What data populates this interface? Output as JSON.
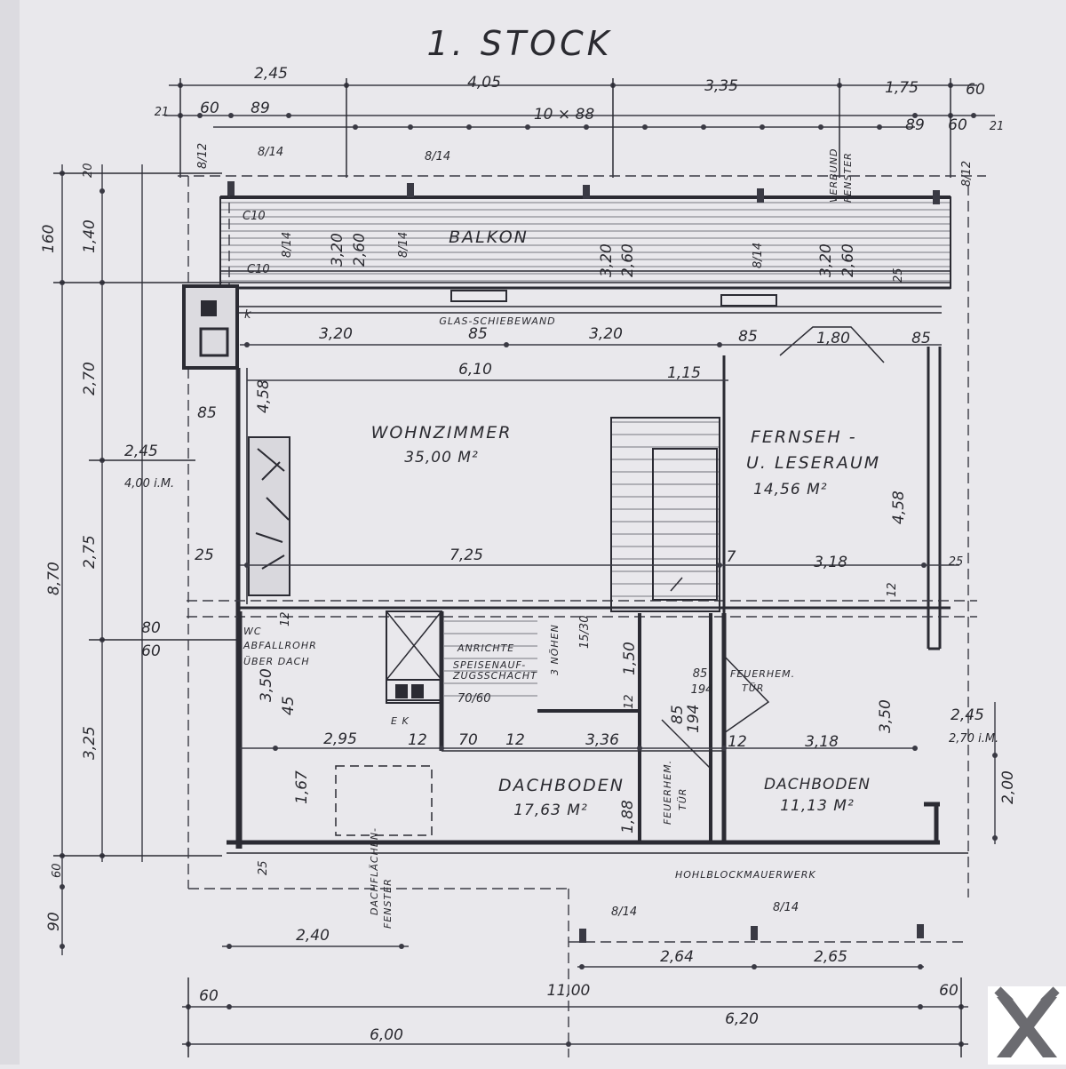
{
  "title": "1. STOCK",
  "rooms": {
    "wohnzimmer": {
      "name": "WOHNZIMMER",
      "area": "35,00 M²"
    },
    "fernseh_line1": "FERNSEH -",
    "fernseh_line2": "U. LESERAUM",
    "fernseh_area": "14,56 M²",
    "balkon": "BALKON",
    "dachboden1": {
      "name": "DACHBODEN",
      "area": "17,63 M²"
    },
    "dachboden2": {
      "name": "DACHBODEN",
      "area": "11,13 M²"
    },
    "anrichte": "ANRICHTE",
    "speisen1": "SPEISENAUF-",
    "speisen2": "ZUGSSCHACHT",
    "schacht_size": "70/60",
    "wc1": "WC",
    "wc2": "ABFALLROHR",
    "wc3": "ÜBER DACH",
    "stufen": "3 NÖHEN",
    "stufen_val": "15/30",
    "ek": "E K",
    "k": "k"
  },
  "notes": {
    "glas": "GLAS-SCHIEBEWAND",
    "hohlblock": "HOHLBLOCKMAUERWERK",
    "feuerhem1": "FEUERHEM.",
    "feuerhem2": "TÜR",
    "feuerhem_v1": "FEUERHEM.",
    "feuerhem_v2": "TÜR",
    "dachflaechen1": "DACHFLÄCHEN-",
    "dachflaechen2": "FENSTER",
    "verbund1": "VERBUND",
    "verbund2": "FENSTER",
    "height_245": "2,45",
    "height_400": "4,00 i.M.",
    "height_245b": "2,45",
    "height_270": "2,70 i.M.",
    "c10a": "C10",
    "c10b": "C10"
  },
  "dims_top": {
    "d245": "2,45",
    "d405": "4,05",
    "d335": "3,35",
    "d175": "1,75",
    "d60r": "60",
    "d21l": "21",
    "d60l": "60",
    "d89l": "89",
    "d10x88": "10 × 88",
    "d89r": "89",
    "d60r2": "60",
    "d21r": "21",
    "p814a": "8/14",
    "p814b": "8/14",
    "p812l": "8/12",
    "p812r": "8/12"
  },
  "dims_left": {
    "d160": "160",
    "d20": "20",
    "d140": "1,40",
    "d270": "2,70",
    "d870": "8,70",
    "d275": "2,75",
    "d325": "3,25",
    "d60": "60",
    "d90": "90"
  },
  "dims_right": {
    "d200": "2,00"
  },
  "dims_inner": {
    "d320a": "3,20",
    "d85a": "85",
    "d320b": "3,20",
    "d85b": "85",
    "d180": "1,80",
    "d85c": "85",
    "d610": "6,10",
    "d115": "1,15",
    "d458l": "4,58",
    "d85l": "85",
    "d25l": "25",
    "d725": "7,25",
    "d7": "7",
    "d318a": "3,18",
    "d25r": "25",
    "d458r": "4,58",
    "d12r": "12",
    "d80": "80",
    "d60b": "60",
    "d12w": "12",
    "d350l": "3,50",
    "d45": "45",
    "d295": "2,95",
    "d12a": "12",
    "d70": "70",
    "d12b": "12",
    "d336": "3,36",
    "d150": "1,50",
    "d12c": "12",
    "d851": "85",
    "d194": "194",
    "d852": "85",
    "d194b": "194",
    "d12d": "12",
    "d318b": "3,18",
    "d350r": "3,50",
    "d167": "1,67",
    "d188": "1,88",
    "d25b": "25",
    "b320a": "3,20",
    "b260a": "2,60",
    "b814a": "8/14",
    "b814b": "8/14",
    "b320b": "3,20",
    "b260b": "2,60",
    "b814c": "8/14",
    "b320c": "3,20",
    "b260c": "2,60",
    "b25": "25"
  },
  "dims_bottom": {
    "d240": "2,40",
    "p814c": "8/14",
    "p814d": "8/14",
    "d264": "2,64",
    "d265": "2,65",
    "d60l": "60",
    "d1100": "11,00",
    "d60r": "60",
    "d600": "6,00",
    "d620": "6,20"
  },
  "logo": {
    "bg": "#ffffff",
    "fg": "#6b6b70"
  }
}
